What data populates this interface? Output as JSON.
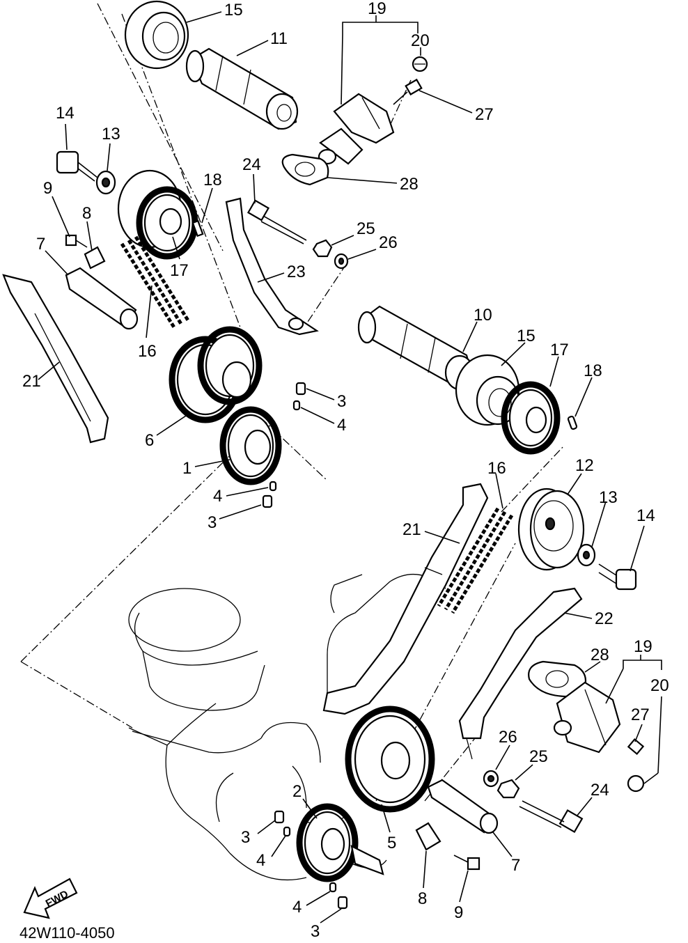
{
  "diagram_code": "42W110-4050",
  "fwd_label": "FWD",
  "callouts": [
    {
      "id": "c15a",
      "text": "15"
    },
    {
      "id": "c11",
      "text": "11"
    },
    {
      "id": "c19a",
      "text": "19"
    },
    {
      "id": "c20a",
      "text": "20"
    },
    {
      "id": "c27a",
      "text": "27"
    },
    {
      "id": "c14a",
      "text": "14"
    },
    {
      "id": "c13a",
      "text": "13"
    },
    {
      "id": "c24a",
      "text": "24"
    },
    {
      "id": "c28a",
      "text": "28"
    },
    {
      "id": "c18a",
      "text": "18"
    },
    {
      "id": "c9a",
      "text": "9"
    },
    {
      "id": "c8a",
      "text": "8"
    },
    {
      "id": "c25a",
      "text": "25"
    },
    {
      "id": "c26a",
      "text": "26"
    },
    {
      "id": "c7a",
      "text": "7"
    },
    {
      "id": "c17a",
      "text": "17"
    },
    {
      "id": "c23",
      "text": "23"
    },
    {
      "id": "c16a",
      "text": "16"
    },
    {
      "id": "c10",
      "text": "10"
    },
    {
      "id": "c15b",
      "text": "15"
    },
    {
      "id": "c17b",
      "text": "17"
    },
    {
      "id": "c18b",
      "text": "18"
    },
    {
      "id": "c21a",
      "text": "21"
    },
    {
      "id": "c3a",
      "text": "3"
    },
    {
      "id": "c4a",
      "text": "4"
    },
    {
      "id": "c6",
      "text": "6"
    },
    {
      "id": "c1",
      "text": "1"
    },
    {
      "id": "c4b",
      "text": "4"
    },
    {
      "id": "c3b",
      "text": "3"
    },
    {
      "id": "c16b",
      "text": "16"
    },
    {
      "id": "c12",
      "text": "12"
    },
    {
      "id": "c13b",
      "text": "13"
    },
    {
      "id": "c14b",
      "text": "14"
    },
    {
      "id": "c21b",
      "text": "21"
    },
    {
      "id": "c22",
      "text": "22"
    },
    {
      "id": "c28b",
      "text": "28"
    },
    {
      "id": "c19b",
      "text": "19"
    },
    {
      "id": "c20b",
      "text": "20"
    },
    {
      "id": "c27b",
      "text": "27"
    },
    {
      "id": "c26b",
      "text": "26"
    },
    {
      "id": "c25b",
      "text": "25"
    },
    {
      "id": "c24b",
      "text": "24"
    },
    {
      "id": "c2",
      "text": "2"
    },
    {
      "id": "c3c",
      "text": "3"
    },
    {
      "id": "c4c",
      "text": "4"
    },
    {
      "id": "c5",
      "text": "5"
    },
    {
      "id": "c7b",
      "text": "7"
    },
    {
      "id": "c8b",
      "text": "8"
    },
    {
      "id": "c9b",
      "text": "9"
    },
    {
      "id": "c4d",
      "text": "4"
    },
    {
      "id": "c3d",
      "text": "3"
    }
  ]
}
